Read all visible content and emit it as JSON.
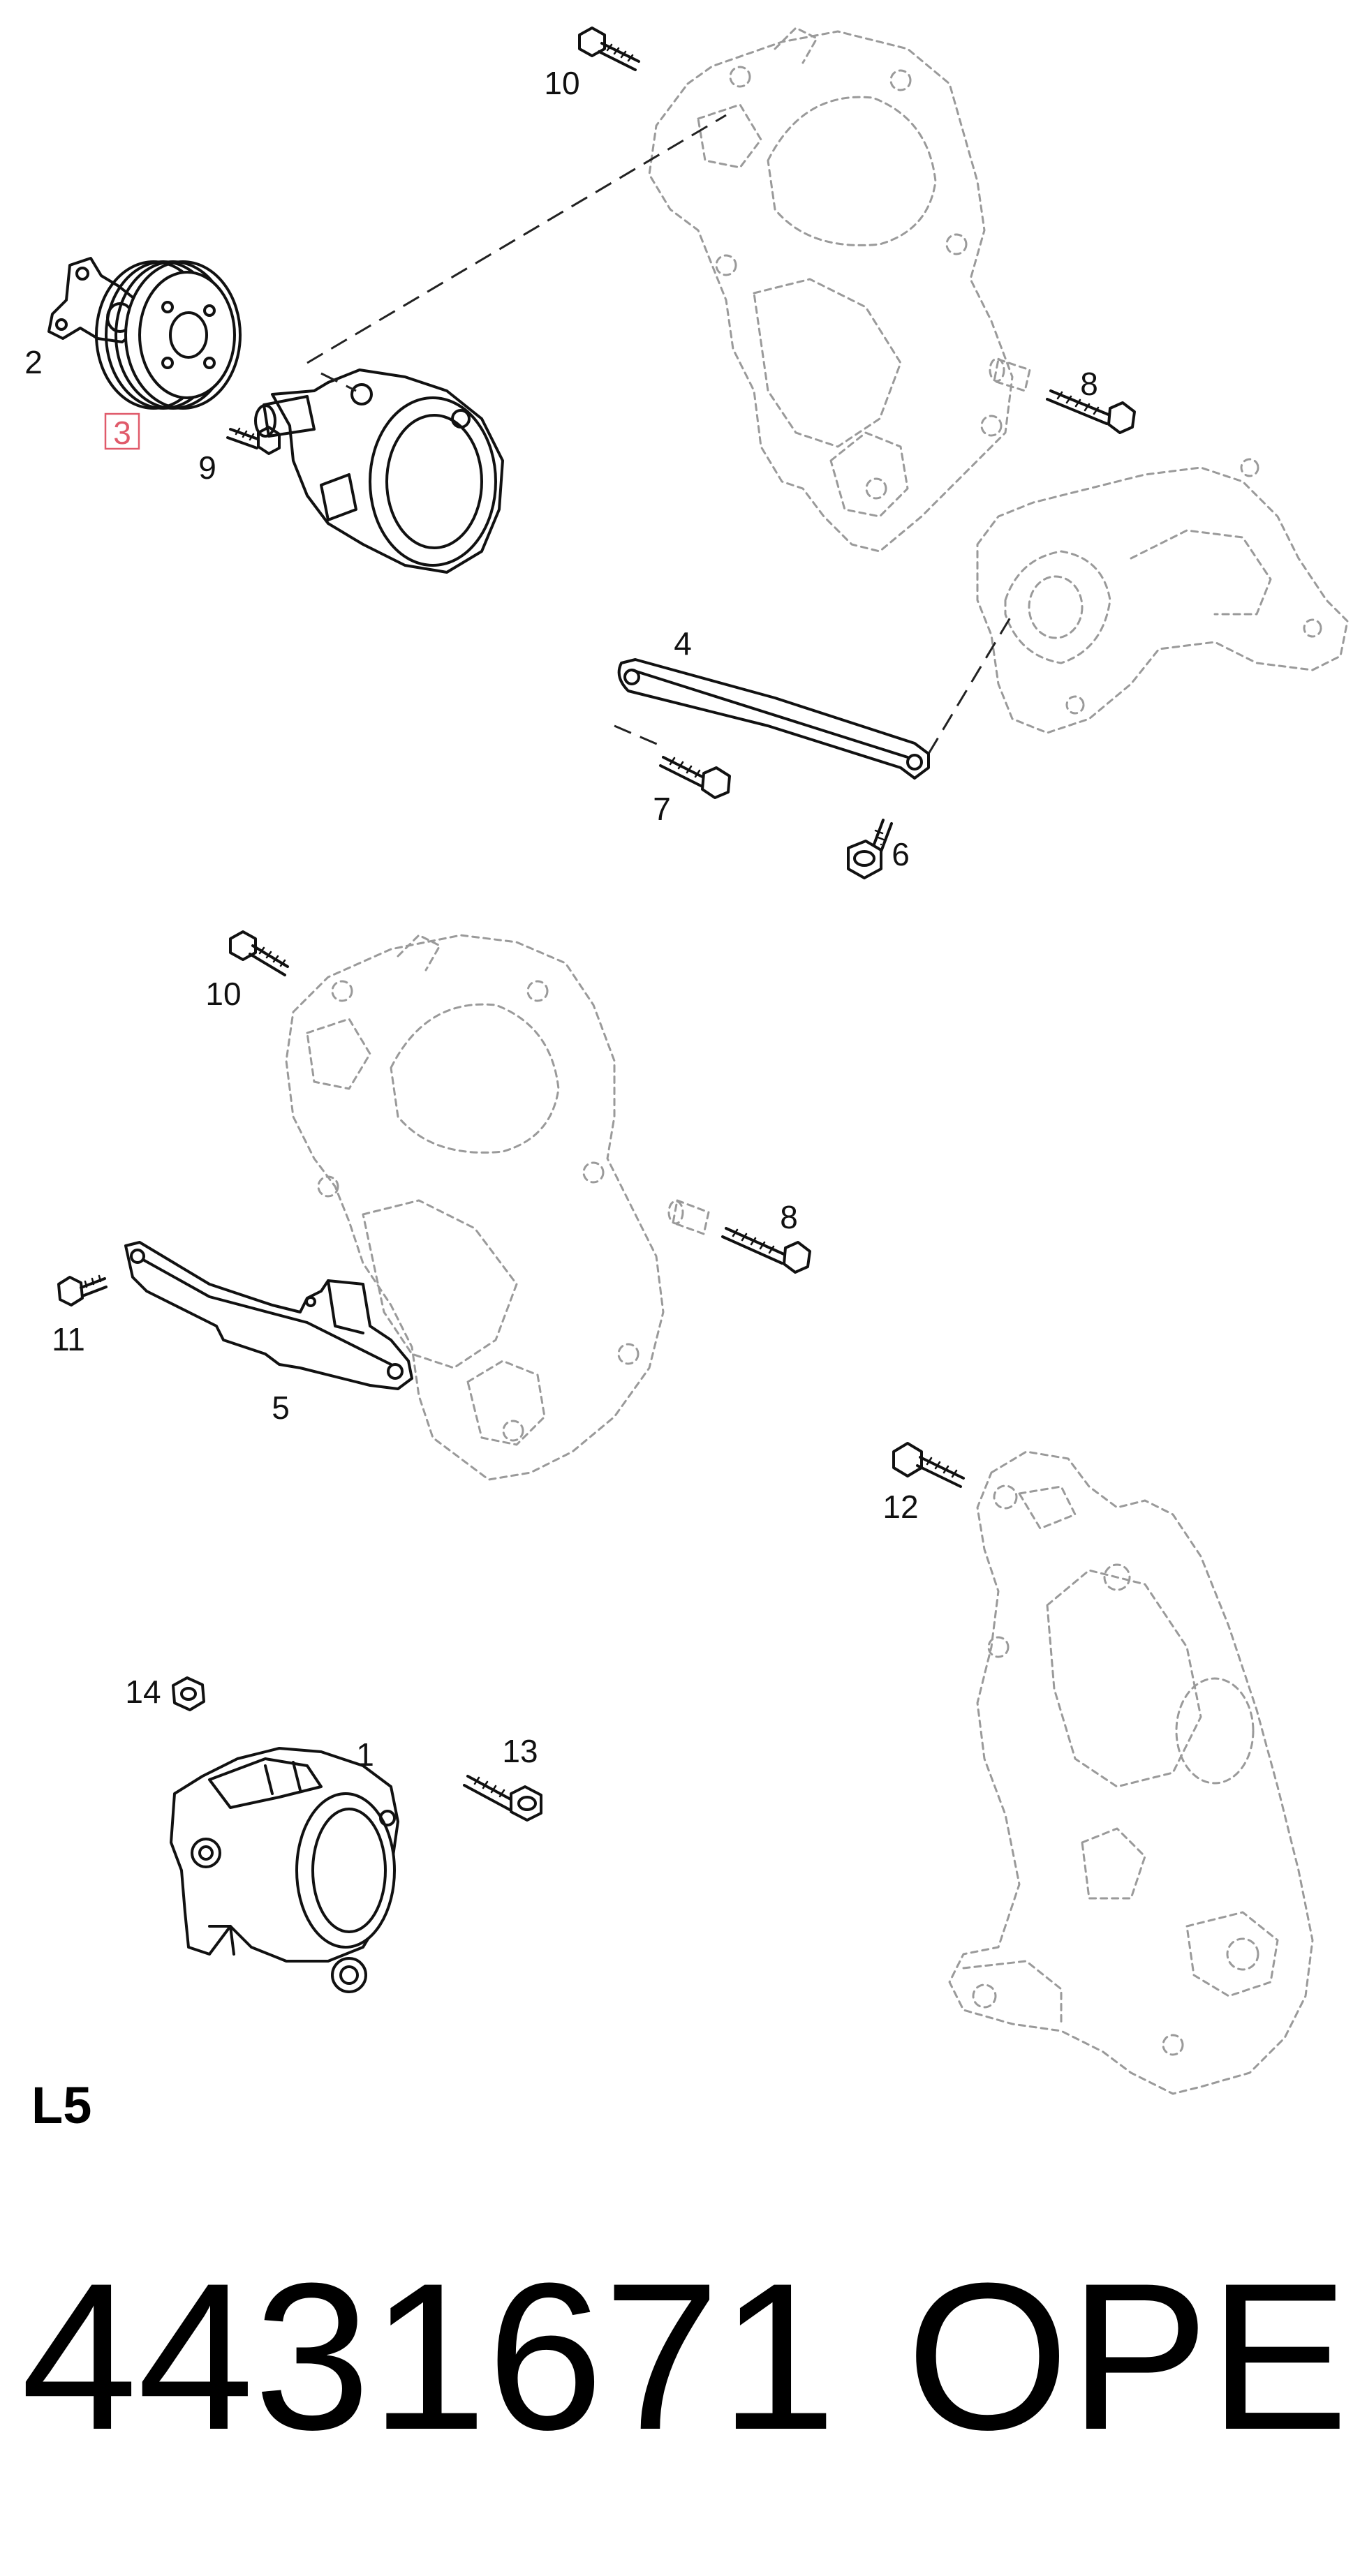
{
  "callouts": {
    "c10_top": "10",
    "c2": "2",
    "c3": "3",
    "c9": "9",
    "c8_top": "8",
    "c4": "4",
    "c7": "7",
    "c6": "6",
    "c10_mid": "10",
    "c8_mid": "8",
    "c11": "11",
    "c5": "5",
    "c12": "12",
    "c14": "14",
    "c1": "1",
    "c13": "13"
  },
  "section_label": "L5",
  "part_number": "4431671",
  "brand": "OPEL",
  "colors": {
    "highlight_box": "#e05a6a",
    "ghost_line": "#9a9a9a",
    "line": "#111111"
  }
}
